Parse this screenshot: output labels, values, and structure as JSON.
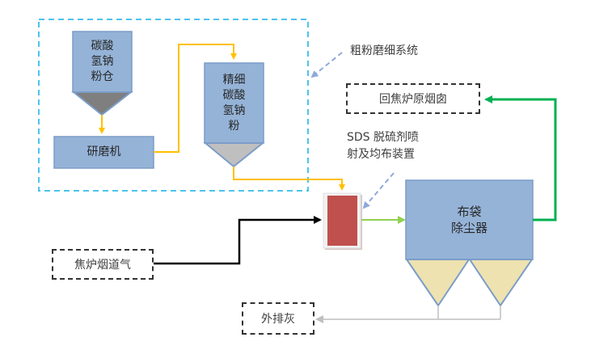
{
  "diagram": {
    "title": "SDS dry desulfurization process flow",
    "colors": {
      "unit_fill": "#95b3d7",
      "unit_stroke": "#7b9cc8",
      "hopper_dark": "#7f7f7f",
      "hopper_light": "#bfbfbf",
      "hopper_ash": "#eee2b0",
      "injector": "#c0504d",
      "feed_line": "#ffc000",
      "flue_line": "#000000",
      "treated_line": "#92d050",
      "clean_line": "#00b050",
      "ash_line": "#bfbfbf",
      "subsystem_border": "#4ec3ee",
      "callout_arrow": "#8eaadb"
    },
    "subsystem": {
      "label": "粗粉磨细系统"
    },
    "nodes": {
      "silo": {
        "label": "碳酸\n氢钠\n粉仓"
      },
      "grinder": {
        "label": "研磨机"
      },
      "fine_powder": {
        "label": "精细\n碳酸\n氢钠\n粉"
      },
      "injector_label": {
        "label": "SDS 脱硫剂喷\n射及均布装置"
      },
      "baghouse": {
        "label": "布袋\n除尘器"
      },
      "coke_flue_gas": {
        "label": "焦炉烟道气"
      },
      "chimney": {
        "label": "回焦炉原烟囱"
      },
      "ash_out": {
        "label": "外排灰"
      }
    },
    "edges": [
      {
        "from": "silo",
        "to": "grinder",
        "kind": "feed"
      },
      {
        "from": "grinder",
        "to": "fine_powder",
        "kind": "feed"
      },
      {
        "from": "fine_powder",
        "to": "injector",
        "kind": "feed"
      },
      {
        "from": "coke_flue_gas",
        "to": "injector",
        "kind": "flue"
      },
      {
        "from": "injector",
        "to": "baghouse",
        "kind": "treated"
      },
      {
        "from": "baghouse",
        "to": "chimney",
        "kind": "clean"
      },
      {
        "from": "baghouse",
        "to": "ash_out",
        "kind": "ash"
      }
    ]
  }
}
